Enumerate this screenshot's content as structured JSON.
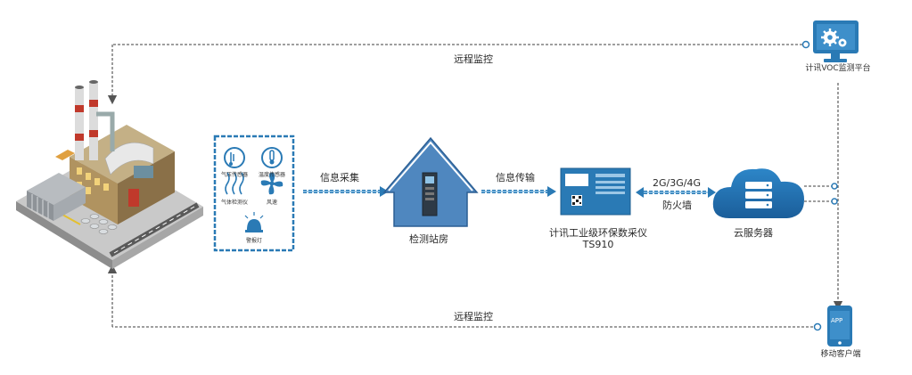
{
  "links": {
    "remote_top": "远程监控",
    "remote_bottom": "远程监控",
    "collect": "信息采集",
    "transmit": "信息传输",
    "network": "2G/3G/4G",
    "firewall": "防火墙"
  },
  "nodes": {
    "station": "检测站房",
    "instrument_line1": "计讯工业级环保数采仪",
    "instrument_line2": "TS910",
    "cloud": "云服务器",
    "platform": "计讯VOC监测平台",
    "mobile": "移动客户端",
    "app_badge": "APP"
  },
  "sensors": {
    "pressure": "气压传感器",
    "temperature": "温度传感器",
    "gas": "气体检测仪",
    "wind": "风速",
    "alarm": "警报灯"
  },
  "colors": {
    "accent_blue": "#2a7ab5",
    "house_blue": "#4f87bf",
    "dashed_line": "#666666"
  }
}
